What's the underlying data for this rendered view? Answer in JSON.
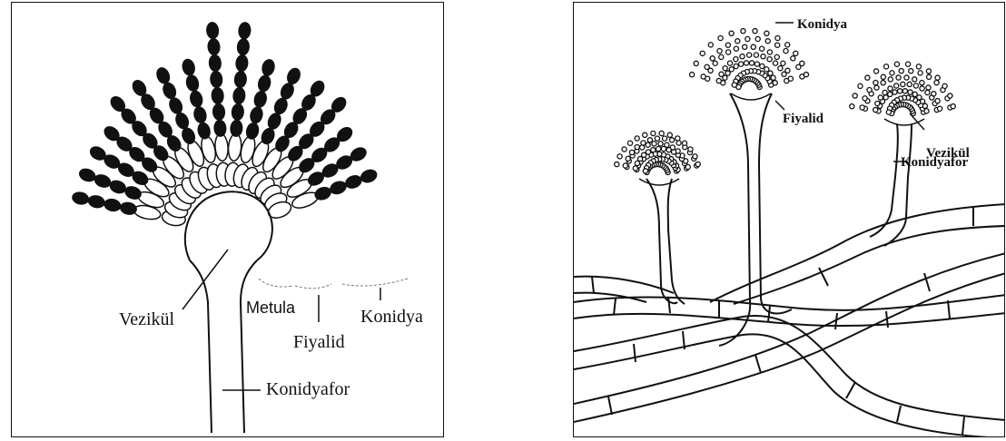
{
  "diagram1": {
    "labels": {
      "vezikul": "Vezikül",
      "metula": "Metula",
      "fiyalid": "Fiyalid",
      "konidya": "Konidya",
      "konidyafor": "Konidyafor"
    }
  },
  "diagram2": {
    "labels": {
      "konidya": "Konidya",
      "fiyalid": "Fiyalid",
      "vezikul": "Vezikül",
      "konidyafor": "Konidyafor"
    }
  },
  "colors": {
    "ink": "#111111",
    "background": "#ffffff"
  }
}
